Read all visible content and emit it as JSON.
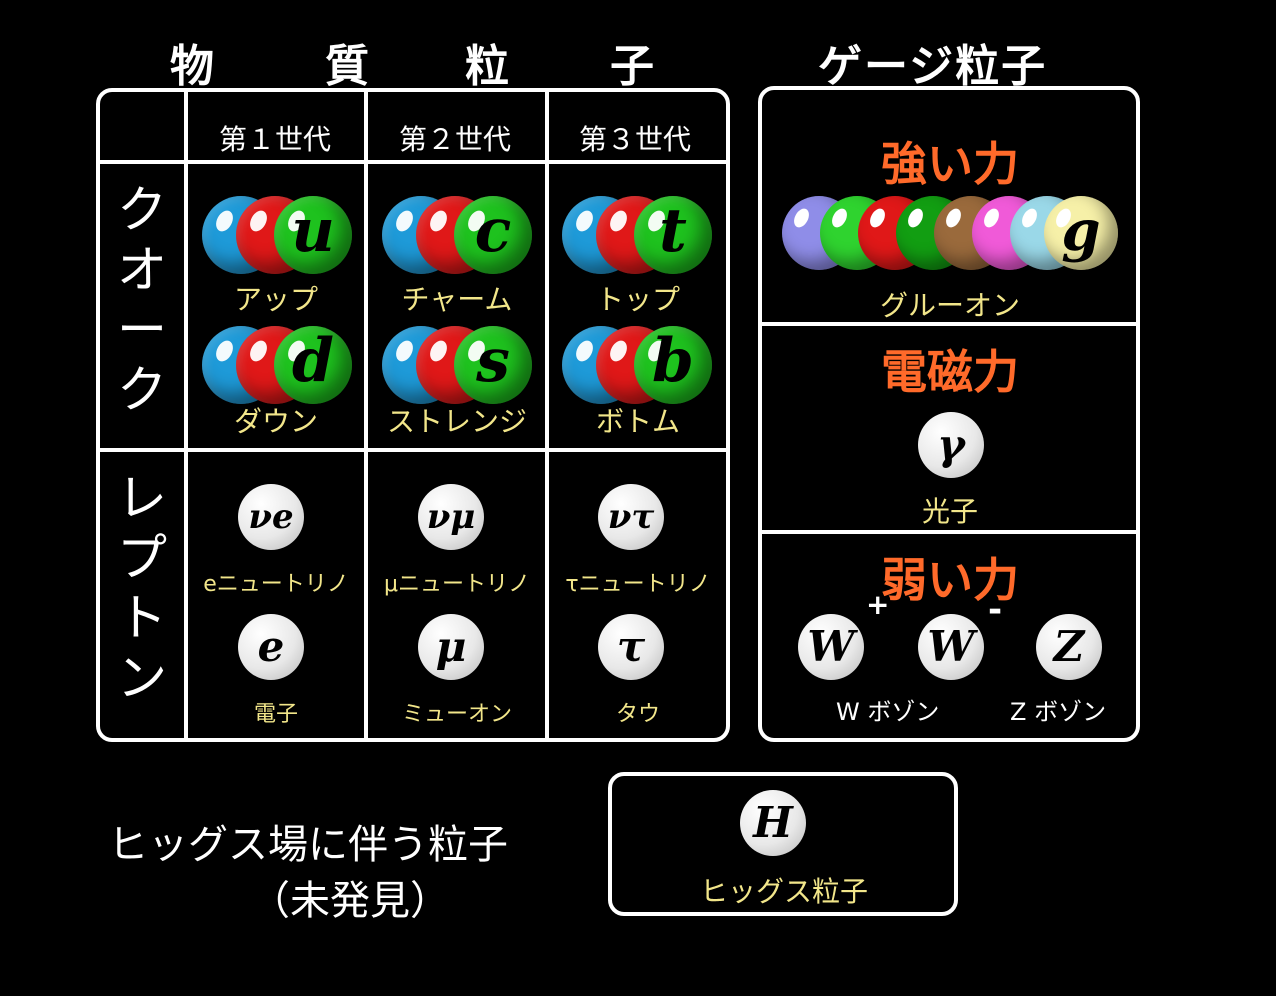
{
  "headings": {
    "matter": [
      "物",
      "質",
      "粒",
      "子"
    ],
    "gauge": "ゲージ粒子"
  },
  "generations": [
    "第１世代",
    "第２世代",
    "第３世代"
  ],
  "row_labels": {
    "quark": [
      "ク",
      "オ",
      "ー",
      "ク"
    ],
    "lepton": [
      "レ",
      "プ",
      "ト",
      "ン"
    ]
  },
  "quarks": [
    {
      "symbol": "u",
      "name": "アップ"
    },
    {
      "symbol": "c",
      "name": "チャーム"
    },
    {
      "symbol": "t",
      "name": "トップ"
    },
    {
      "symbol": "d",
      "name": "ダウン"
    },
    {
      "symbol": "s",
      "name": "ストレンジ"
    },
    {
      "symbol": "b",
      "name": "ボトム"
    }
  ],
  "neutrinos": [
    {
      "symbol": "νe",
      "name": "eニュートリノ"
    },
    {
      "symbol": "νμ",
      "name": "μニュートリノ"
    },
    {
      "symbol": "ντ",
      "name": "τニュートリノ"
    }
  ],
  "charged_leptons": [
    {
      "symbol": "e",
      "name": "電子"
    },
    {
      "symbol": "μ",
      "name": "ミューオン"
    },
    {
      "symbol": "τ",
      "name": "タウ"
    }
  ],
  "forces": {
    "strong": {
      "title": "強い力",
      "symbol": "g",
      "name": "グルーオン"
    },
    "em": {
      "title": "電磁力",
      "symbol": "γ",
      "name": "光子"
    },
    "weak": {
      "title": "弱い力",
      "w_symbol": "W",
      "w_plus": "+",
      "w_minus": "-",
      "z_symbol": "Z",
      "w_name": "W ボゾン",
      "z_name": "Z ボゾン"
    }
  },
  "higgs": {
    "label": "ヒッグス場に伴う粒子",
    "note": "（未発見）",
    "symbol": "H",
    "name": "ヒッグス粒子"
  },
  "colors": {
    "quark_blue": "#1e9ad8",
    "quark_red": "#e01818",
    "quark_green": "#1ec21e",
    "force_title": "#ff6a2a",
    "particle_label": "#f2e68a"
  }
}
